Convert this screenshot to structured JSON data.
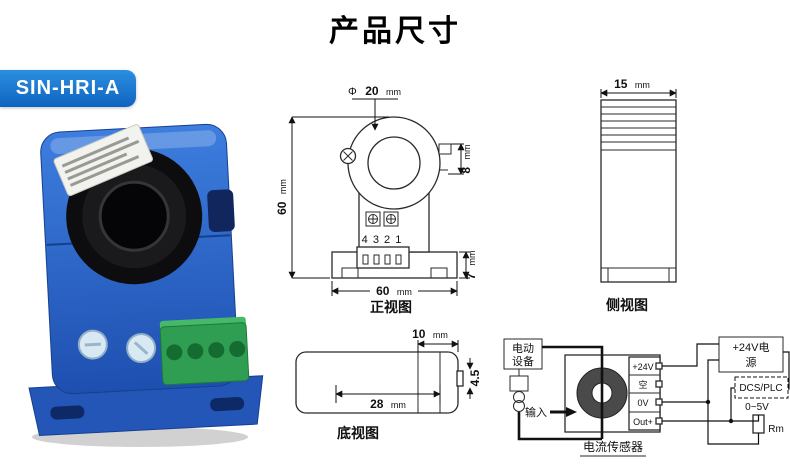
{
  "page": {
    "title": "产品尺寸",
    "model": "SIN-HRI-A"
  },
  "colors": {
    "badge_blue_top": "#2b8fe0",
    "badge_blue_bottom": "#0f63c0",
    "product_blue": "#2a5fc4",
    "terminal_green": "#2f9e52"
  },
  "front_view": {
    "caption": "正视图",
    "hole_dim": {
      "prefix": "Φ",
      "value": "20",
      "unit": "mm"
    },
    "height_dim": {
      "value": "60",
      "unit": "mm"
    },
    "width_dim": {
      "value": "60",
      "unit": "mm"
    },
    "latch_dim": {
      "value": "8",
      "unit": "mm"
    },
    "base_dim": {
      "value": "7",
      "unit": "mm"
    },
    "terminal_numbers": "4 3 2 1"
  },
  "side_view": {
    "caption": "侧视图",
    "width_dim": {
      "value": "15",
      "unit": "mm"
    }
  },
  "bottom_view": {
    "caption": "底视图",
    "tab_dim": {
      "value": "10",
      "unit": "mm"
    },
    "length_dim": {
      "value": "28",
      "unit": "mm"
    },
    "step_dim": {
      "value": "4.5",
      "unit": ""
    }
  },
  "wiring": {
    "caption": "电流传感器",
    "device_label_line1": "电动",
    "device_label_line2": "设备",
    "input_label": "输入",
    "terminals": [
      "+24V",
      "空",
      "0V",
      "Out+"
    ],
    "power_label_line1": "+24V电",
    "power_label_line2": "源",
    "controller_label": "DCS/PLC",
    "output_range": "0~5V",
    "load_resistor_label": "Rm"
  }
}
